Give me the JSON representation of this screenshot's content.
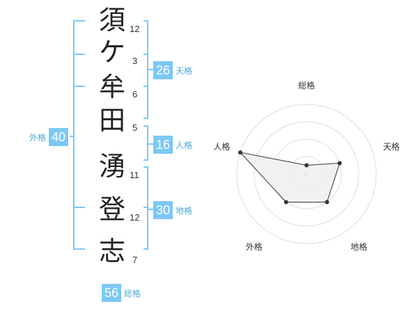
{
  "name": {
    "characters": [
      {
        "char": "須",
        "strokes": "12"
      },
      {
        "char": "ケ",
        "strokes": "3"
      },
      {
        "char": "牟",
        "strokes": "6"
      },
      {
        "char": "田",
        "strokes": "5"
      },
      {
        "char": "湧",
        "strokes": "11"
      },
      {
        "char": "登",
        "strokes": "12"
      },
      {
        "char": "志",
        "strokes": "7"
      }
    ]
  },
  "fortunes": {
    "tenkaku": {
      "value": "26",
      "label": "天格"
    },
    "jinkaku": {
      "value": "16",
      "label": "人格"
    },
    "chikaku": {
      "value": "30",
      "label": "地格"
    },
    "gaikaku": {
      "value": "40",
      "label": "外格"
    },
    "soukaku": {
      "value": "56",
      "label": "総格"
    }
  },
  "radar": {
    "axes": [
      "総格",
      "天格",
      "地格",
      "外格",
      "人格"
    ],
    "levels": 4,
    "max": 4,
    "values": [
      0.5,
      2,
      2,
      2,
      4
    ],
    "colors": {
      "fill": "#efefef",
      "stroke": "#333333",
      "grid": "#dddddd",
      "point": "#333333"
    }
  },
  "colors": {
    "accent": "#7cc8f4",
    "bracket": "#7cc8f4",
    "label": "#4fa8d8"
  }
}
